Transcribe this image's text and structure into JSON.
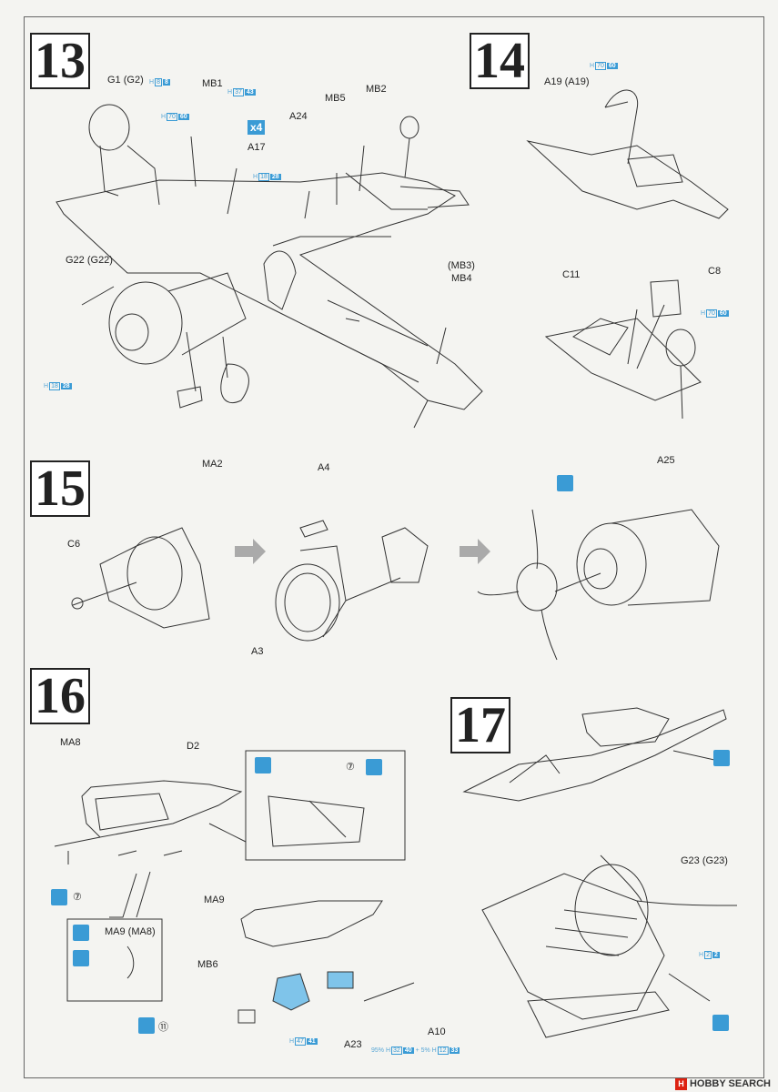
{
  "steps": [
    {
      "number": "13"
    },
    {
      "number": "14"
    },
    {
      "number": "15"
    },
    {
      "number": "16"
    },
    {
      "number": "17"
    }
  ],
  "labels": {
    "g1": "G1 (G2)",
    "mb1": "MB1",
    "x4": "x4",
    "a17": "A17",
    "a24": "A24",
    "mb5": "MB5",
    "mb2": "MB2",
    "g22": "G22 (G22)",
    "mb3": "(MB3)",
    "mb4": "MB4",
    "ma2": "MA2",
    "a19": "A19 (A19)",
    "c11": "C11",
    "c8": "C8",
    "a4": "A4",
    "c6": "C6",
    "a3": "A3",
    "a25": "A25",
    "ma8": "MA8",
    "d2": "D2",
    "circ7a": "⑦",
    "circ7b": "⑦",
    "ma9": "MA9",
    "ma9ma8": "MA9 (MA8)",
    "mb6": "MB6",
    "a23": "A23",
    "a10": "A10",
    "circ11": "⑪",
    "g23": "G23 (G23)"
  },
  "paint": {
    "g1": {
      "prefix": "H",
      "h": "8",
      "c": "8"
    },
    "mb1": {
      "prefix": "H",
      "h": "37",
      "c": "43"
    },
    "a17ref": {
      "prefix": "H",
      "h": "70",
      "c": "60"
    },
    "a17": {
      "prefix": "H",
      "h": "18",
      "c": "28"
    },
    "g22": {
      "prefix": "H",
      "h": "18",
      "c": "28"
    },
    "a19": {
      "prefix": "H",
      "h": "70",
      "c": "60"
    },
    "c8": {
      "prefix": "H",
      "h": "70",
      "c": "60"
    },
    "mb6": {
      "prefix": "H",
      "h": "47",
      "c": "41"
    },
    "a10": {
      "prefix": "95% H",
      "h": "32",
      "c": "40",
      "mix": "+ 5% H",
      "h2": "12",
      "c2": "33"
    },
    "g23": {
      "prefix": "H",
      "h": "2",
      "c": "2"
    }
  },
  "footer": {
    "logo": "H",
    "text": "HOBBY SEARCH"
  }
}
